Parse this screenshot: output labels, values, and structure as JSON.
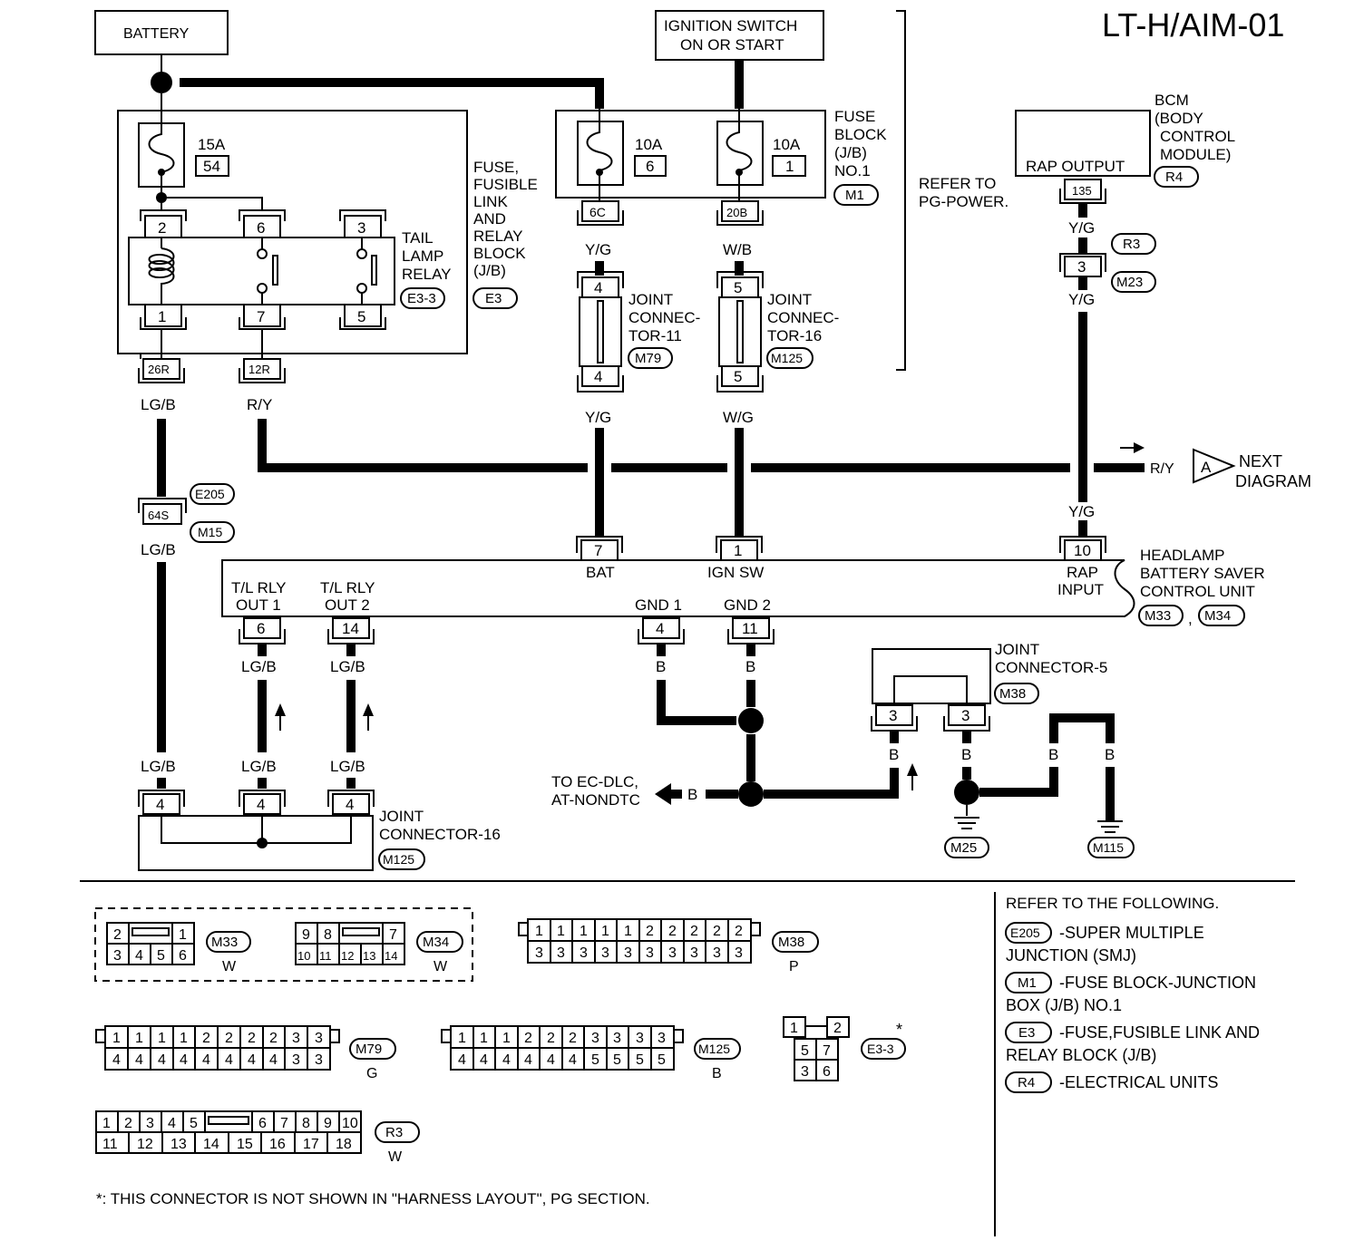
{
  "page_id": "LT-H/AIM-01",
  "battery": "BATTERY",
  "ignition": [
    "IGNITION SWITCH",
    "ON OR START"
  ],
  "fuses": [
    {
      "amp": "15A",
      "num": "54"
    },
    {
      "amp": "10A",
      "num": "6"
    },
    {
      "amp": "10A",
      "num": "1"
    }
  ],
  "fuse_link_block": [
    "FUSE,",
    "FUSIBLE",
    "LINK",
    "AND",
    "RELAY",
    "BLOCK",
    "(J/B)"
  ],
  "fuse_block": [
    "FUSE",
    "BLOCK",
    "(J/B)",
    "NO.1"
  ],
  "refer_pg": [
    "REFER TO",
    "PG-POWER."
  ],
  "bcm": [
    "BCM",
    "(BODY",
    "CONTROL",
    "MODULE)"
  ],
  "rap_output": "RAP OUTPUT",
  "tail_lamp_relay": [
    "TAIL",
    "LAMP",
    "RELAY"
  ],
  "relay_pins_top": [
    "2",
    "6",
    "3"
  ],
  "relay_pins_bottom": [
    "1",
    "7",
    "5"
  ],
  "pins": {
    "p26r": "26R",
    "p12r": "12R",
    "p6c": "6C",
    "p20b": "20B",
    "p135": "135",
    "p3": "3",
    "p4": "4",
    "p5": "5",
    "p64s": "64S",
    "p7": "7",
    "p1": "1",
    "p10": "10",
    "p6": "6",
    "p14": "14",
    "p11": "11"
  },
  "wires": {
    "lgb": "LG/B",
    "ry": "R/Y",
    "yg": "Y/G",
    "wb": "W/B",
    "wg": "W/G",
    "b": "B"
  },
  "joint11": [
    "JOINT",
    "CONNEC-",
    "TOR-11"
  ],
  "joint16": [
    "JOINT",
    "CONNEC-",
    "TOR-16"
  ],
  "joint16_bottom": [
    "JOINT",
    "CONNECTOR-16"
  ],
  "joint5": [
    "JOINT",
    "CONNECTOR-5"
  ],
  "next_diagram": [
    "NEXT",
    "DIAGRAM"
  ],
  "connector_a": "A",
  "unit_pins": [
    "BAT",
    "IGN SW",
    "RAP",
    "INPUT"
  ],
  "unit_outputs": [
    "T/L RLY",
    "OUT 1",
    "T/L RLY",
    "OUT 2",
    "GND 1",
    "GND 2"
  ],
  "headlamp_unit": [
    "HEADLAMP",
    "BATTERY SAVER",
    "CONTROL UNIT"
  ],
  "to_ec": [
    "TO EC-DLC,",
    "AT-NONDTC"
  ],
  "conn_ids": {
    "e33": "E3-3",
    "e3": "E3",
    "m1": "M1",
    "r4": "R4",
    "r3": "R3",
    "m23": "M23",
    "m79": "M79",
    "m125": "M125",
    "e205": "E205",
    "m15": "M15",
    "m33": "M33",
    "m34": "M34",
    "m38": "M38",
    "m25": "M25",
    "m115": "M115"
  },
  "comma": ",",
  "conn_colors": {
    "w": "W",
    "p": "P",
    "g": "G",
    "b": "B"
  },
  "m33_face": {
    "top": [
      "2",
      "1"
    ],
    "bottom": [
      "3",
      "4",
      "5",
      "6"
    ]
  },
  "m34_face": {
    "top": [
      "9",
      "8",
      "7"
    ],
    "bottom": [
      "10",
      "11",
      "12",
      "13",
      "14"
    ]
  },
  "m38_face": {
    "top": [
      "1",
      "1",
      "1",
      "1",
      "1",
      "2",
      "2",
      "2",
      "2",
      "2"
    ],
    "bottom": [
      "3",
      "3",
      "3",
      "3",
      "3",
      "3",
      "3",
      "3",
      "3",
      "3"
    ]
  },
  "m79_face": {
    "top": [
      "1",
      "1",
      "1",
      "1",
      "2",
      "2",
      "2",
      "2",
      "3",
      "3"
    ],
    "bottom": [
      "4",
      "4",
      "4",
      "4",
      "4",
      "4",
      "4",
      "4",
      "3",
      "3"
    ]
  },
  "m125_face": {
    "top": [
      "1",
      "1",
      "1",
      "2",
      "2",
      "2",
      "3",
      "3",
      "3",
      "3"
    ],
    "bottom": [
      "4",
      "4",
      "4",
      "4",
      "4",
      "4",
      "5",
      "5",
      "5",
      "5"
    ]
  },
  "e33_face": {
    "top": [
      "1",
      "2"
    ],
    "mid": [
      "5",
      "7"
    ],
    "bottom": [
      "3",
      "6"
    ]
  },
  "r3_face": {
    "top": [
      "1",
      "2",
      "3",
      "4",
      "5",
      "6",
      "7",
      "8",
      "9",
      "10"
    ],
    "bottom": [
      "11",
      "12",
      "13",
      "14",
      "15",
      "16",
      "17",
      "18"
    ]
  },
  "asterisk": "*",
  "refer_following": "REFER TO THE FOLLOWING.",
  "legend": [
    {
      "id": "E205",
      "line1": "-SUPER MULTIPLE",
      "line2": "JUNCTION (SMJ)"
    },
    {
      "id": "M1",
      "line1": "-FUSE BLOCK-JUNCTION",
      "line2": "BOX (J/B) NO.1"
    },
    {
      "id": "E3",
      "line1": "-FUSE,FUSIBLE LINK AND",
      "line2": "RELAY BLOCK (J/B)"
    },
    {
      "id": "R4",
      "line1": "-ELECTRICAL UNITS",
      "line2": ""
    }
  ],
  "footnote": "*: THIS CONNECTOR IS NOT SHOWN IN \"HARNESS LAYOUT\", PG SECTION."
}
